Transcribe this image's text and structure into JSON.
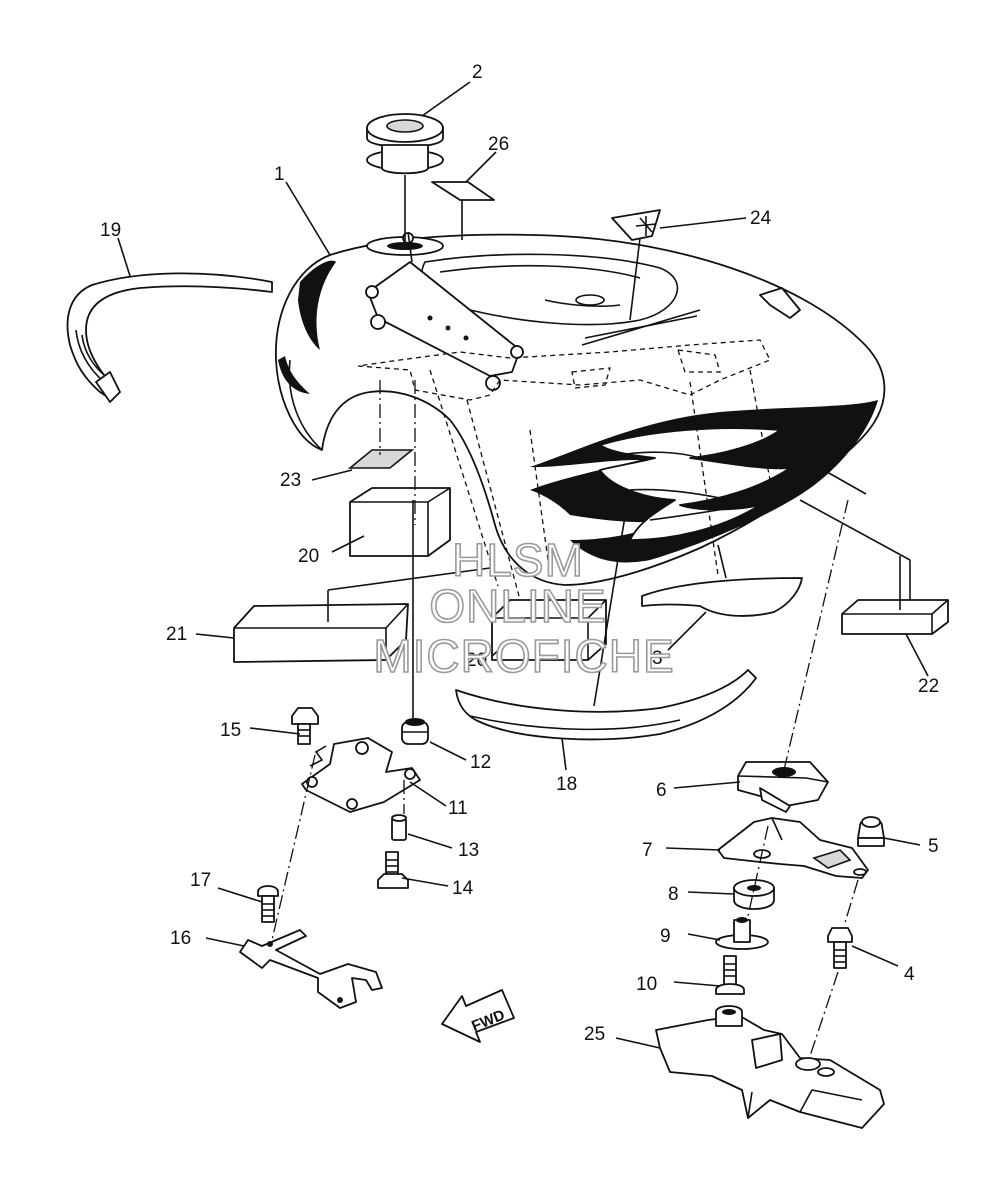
{
  "callouts": [
    "1",
    "2",
    "3",
    "4",
    "5",
    "6",
    "7",
    "8",
    "9",
    "10",
    "11",
    "12",
    "13",
    "14",
    "15",
    "16",
    "17",
    "18",
    "19",
    "20",
    "20",
    "21",
    "22",
    "23",
    "24",
    "25",
    "26"
  ],
  "fwd_label": "FWD",
  "watermark": {
    "line1": "HLSM",
    "line2": "ONLINE",
    "line3": "MICROFICHE"
  }
}
